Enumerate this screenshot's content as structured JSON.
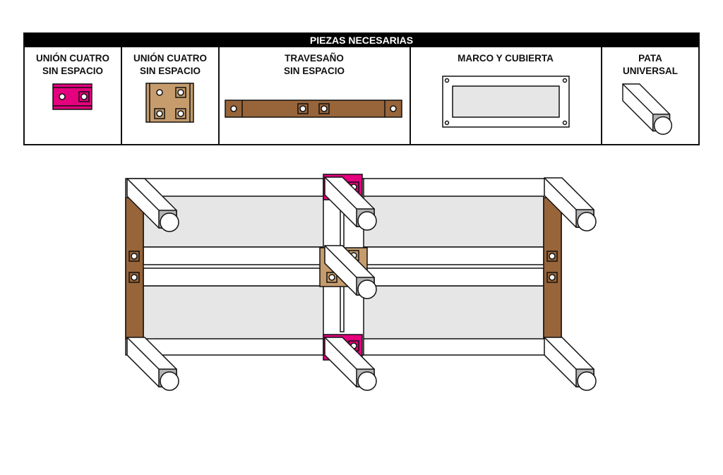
{
  "table": {
    "title": "PIEZAS NECESARIAS",
    "parts": [
      {
        "line1": "UNIÓN CUATRO",
        "line2": "SIN ESPACIO",
        "icon": "magenta-joint"
      },
      {
        "line1": "UNIÓN CUATRO",
        "line2": "SIN ESPACIO",
        "icon": "tan-joint"
      },
      {
        "line1": "TRAVESAÑO",
        "line2": "SIN ESPACIO",
        "icon": "crossbar"
      },
      {
        "line1": "MARCO Y CUBIERTA",
        "line2": "",
        "icon": "frame-cover"
      },
      {
        "line1": "PATA",
        "line2": "UNIVERSAL",
        "icon": "leg"
      }
    ]
  },
  "colors": {
    "magenta": "#e5007e",
    "tan": "#c69c6d",
    "brown": "#98643a",
    "panel": "#e6e6e6",
    "black": "#000000"
  }
}
